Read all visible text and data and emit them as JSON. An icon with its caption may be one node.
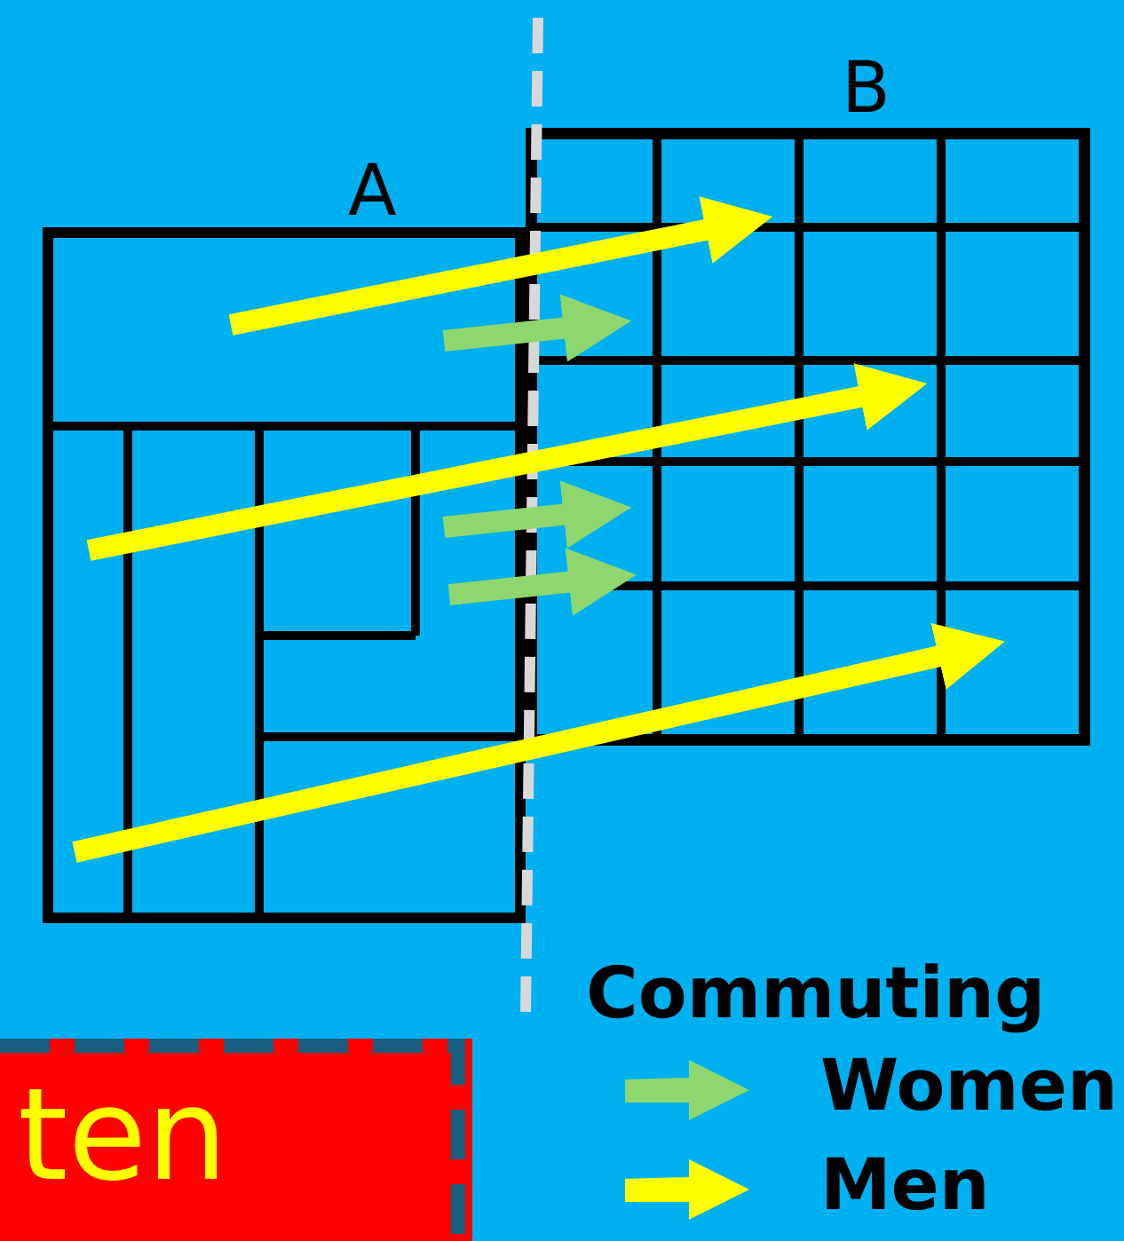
{
  "diagram": {
    "nodes": [
      {
        "text": [
          "A"
        ]
      },
      {
        "text": [
          "B"
        ]
      },
      {
        "text": [
          "ten"
        ]
      }
    ],
    "edges": [
      {
        "from": 0,
        "to": 1,
        "arrow": "to",
        "color": "#ffff00"
      },
      {
        "from": 0,
        "to": 1,
        "arrow": "to",
        "color": "#8ed66e"
      },
      {
        "from": 0,
        "to": 1,
        "arrow": "to",
        "color": "#ffff00"
      },
      {
        "from": 0,
        "to": 1,
        "arrow": "to",
        "color": "#8ed66e"
      },
      {
        "from": 0,
        "to": 1,
        "arrow": "to",
        "color": "#8ed66e"
      },
      {
        "from": 0,
        "to": 1,
        "arrow": "to",
        "color": "#ffff00"
      }
    ],
    "labels": [
      "Commuting"
    ],
    "legend": [
      {
        "text": "Women"
      },
      {
        "text": "Men"
      }
    ]
  }
}
